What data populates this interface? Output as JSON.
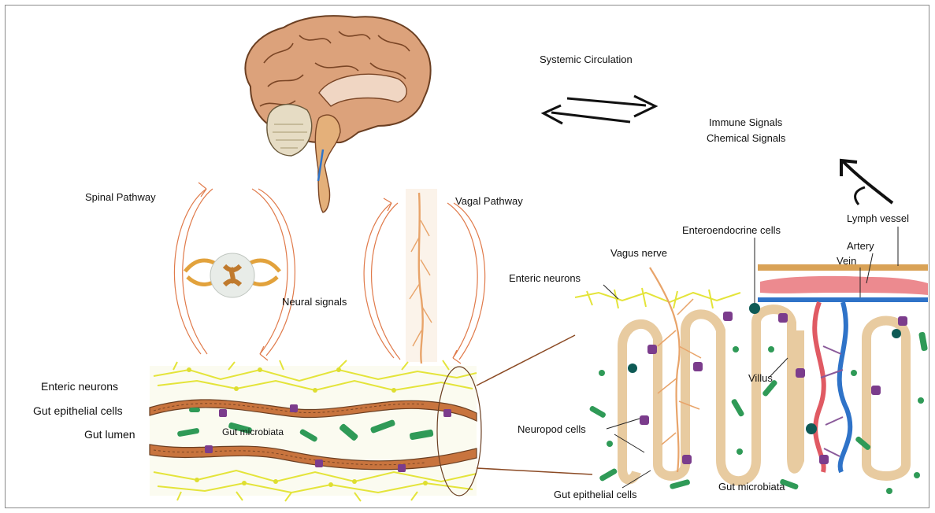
{
  "labels": {
    "systemic_circulation": "Systemic Circulation",
    "immune_signals": "Immune  Signals",
    "chemical_signals": "Chemical Signals",
    "spinal_pathway": "Spinal Pathway",
    "vagal_pathway": "Vagal Pathway",
    "neural_signals": "Neural signals",
    "enteric_neurons_left": "Enteric neurons",
    "gut_epithelial_left": "Gut epithelial cells",
    "gut_lumen": "Gut lumen",
    "gut_microbiata_left": "Gut microbiata",
    "lymph_vessel": "Lymph vessel",
    "enteroendocrine": "Enteroendocrine cells",
    "artery": "Artery",
    "vein": "Vein",
    "vagus_nerve": "Vagus nerve",
    "enteric_neurons_right": "Enteric neurons",
    "villus": "Villus",
    "neuropod": "Neuropod cells",
    "gut_epithelial_right": "Gut epithelial cells",
    "gut_microbiata_right": "Gut microbiata"
  },
  "colors": {
    "brain": "#d9a27a",
    "brain_outline": "#6b3f22",
    "pathway_arrow": "#e07a4a",
    "nerve": "#e8a46a",
    "neuron_yellow": "#e4e43a",
    "epithelium": "#c8743e",
    "microbiota": "#2f9a57",
    "purple_cell": "#7b3c8c",
    "teal_cell": "#0e5a55",
    "artery": "#e05a63",
    "vein": "#2f73c8",
    "lymph": "#d9a256"
  }
}
